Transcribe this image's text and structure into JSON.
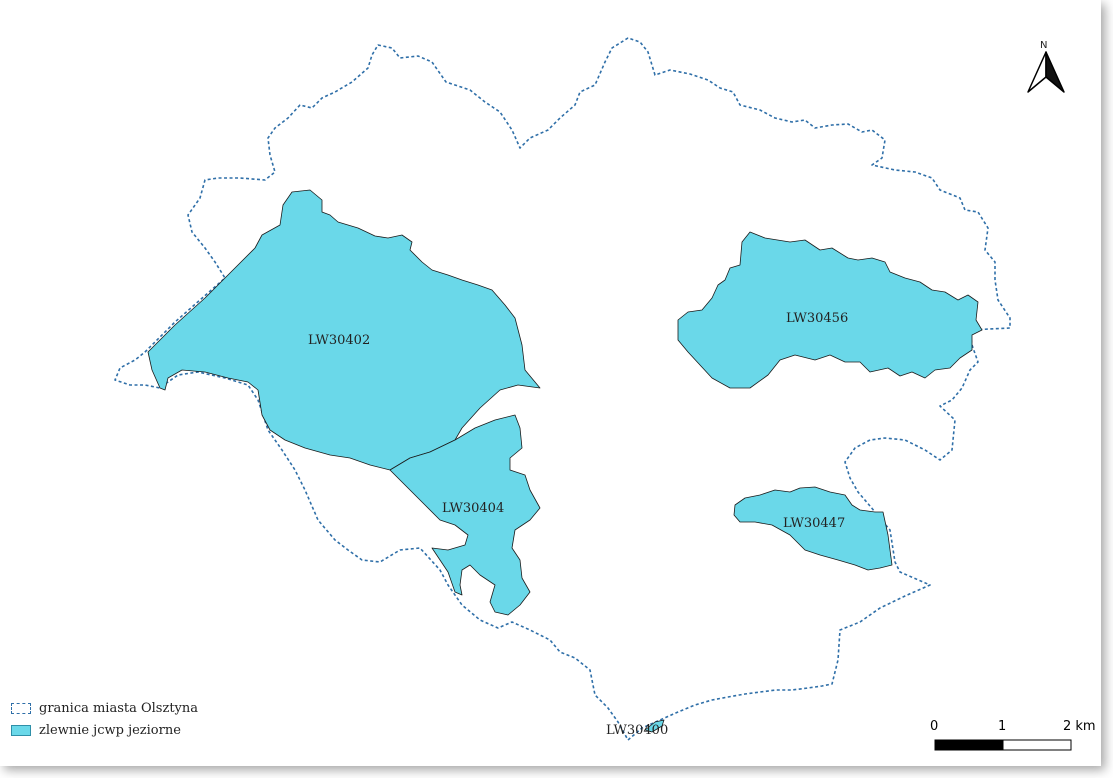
{
  "map": {
    "north_arrow_label": "N",
    "catchments": [
      {
        "id": "LW30402",
        "label": "LW30402"
      },
      {
        "id": "LW30404",
        "label": "LW30404"
      },
      {
        "id": "LW30456",
        "label": "LW30456"
      },
      {
        "id": "LW30447",
        "label": "LW30447"
      },
      {
        "id": "LW30400",
        "label": "LW30400"
      }
    ]
  },
  "legend": {
    "items": [
      {
        "label": "granica miasta Olsztyna",
        "symbol": "dashed-outline",
        "color": "#2f6fa8"
      },
      {
        "label": "zlewnie  jcwp jeziorne",
        "symbol": "filled-box",
        "color": "#6ad8e9"
      }
    ]
  },
  "scale_bar": {
    "ticks": [
      "0",
      "1",
      "2 km"
    ]
  }
}
